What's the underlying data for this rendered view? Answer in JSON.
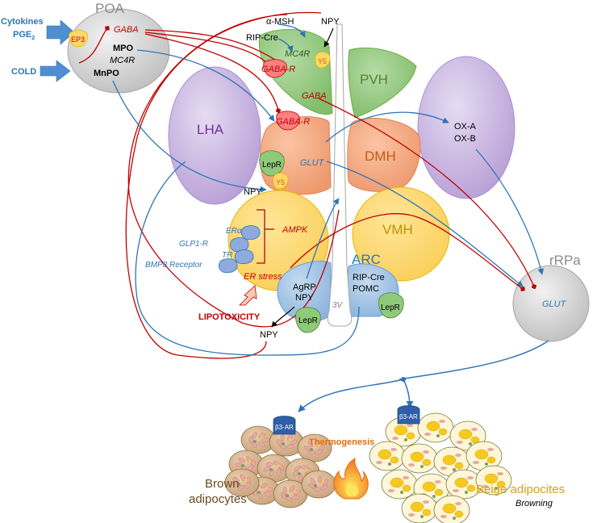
{
  "regions": {
    "poa": "POA",
    "lha": "LHA",
    "pvh": "PVH",
    "dmh": "DMH",
    "vmh": "VMH",
    "arc": "ARC",
    "rrpa": "rRPa",
    "third_ventricle": "3V"
  },
  "inputs": {
    "cytokines": "Cytokines",
    "pge2_base": "PGE",
    "pge2_sub": "2",
    "cold": "COLD",
    "lipotoxicity": "LIPOTOXICITY"
  },
  "poa": {
    "ep3": "EP3",
    "gaba": "GABA",
    "mpo": "MPO",
    "mc4r": "MC4R",
    "mnpo": "MnPO"
  },
  "pvh": {
    "alpha_msh": "α-MSH",
    "npy": "NPY",
    "rip_cre": "RIP-Cre",
    "mc4r": "MC4R",
    "gaba_r": "GABA-R",
    "y5": "Y5",
    "gaba": "GABA"
  },
  "dmh": {
    "gaba_r": "GABA-R",
    "lepr": "LepR",
    "glut": "GLUT",
    "y5": "Y5",
    "npy": "NPY"
  },
  "lha": {
    "ox_a": "OX-A",
    "ox_b": "OX-B"
  },
  "vmh": {
    "era": "ERα",
    "glp1r": "GLP1-R",
    "tr": "TR",
    "bmp8": "BMP8 Receptor",
    "ampk": "AMPK",
    "er_stress": "ER stress"
  },
  "arc": {
    "agrp": "AgRP",
    "npy": "NPY",
    "rip_cre": "RIP-Cre",
    "pomc": "POMC",
    "lepr_left": "LepR",
    "lepr_right": "LepR",
    "npy_out": "NPY"
  },
  "rrpa": {
    "glut": "GLUT"
  },
  "adipose": {
    "b3ar_left": "β3-AR",
    "b3ar_right": "β3-AR",
    "thermogenesis": "Thermogenesis",
    "brown_line1": "Brown",
    "brown_line2": "adipocytes",
    "beige": "Beige adipocites",
    "browning": "Browning"
  },
  "colors": {
    "inhibit_red": "#c00000",
    "excite_blue": "#2e75b6",
    "poa_gray": "#d9d9d9",
    "lha_purple": "#c9b3e0",
    "pvh_green": "#8fc97a",
    "dmh_salmon": "#f4a582",
    "vmh_yellow": "#ffd966",
    "arc_blue": "#9dc3e6",
    "brown_text": "#6b4a1f",
    "beige_text": "#d4a017",
    "thermo_orange": "#e36c09",
    "lha_text": "#7030a0",
    "pvh_text": "#548235",
    "dmh_text": "#c55a11",
    "vmh_text": "#bf9000",
    "arc_text": "#2e75b6"
  }
}
